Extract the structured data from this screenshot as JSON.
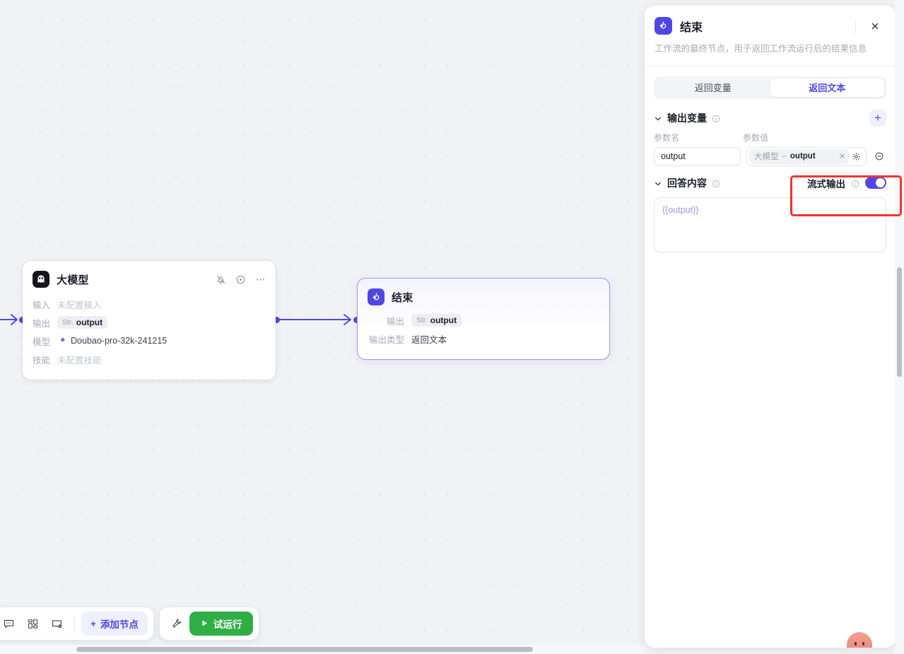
{
  "canvas": {
    "nodes": [
      {
        "id": "llm",
        "icon": "llm-avatar-icon",
        "title": "大模型",
        "rows": [
          {
            "key": "输入",
            "value": "未配置输入",
            "muted": true
          },
          {
            "key": "输出",
            "value": "output",
            "type_tag": "Str.",
            "is_pill": true
          },
          {
            "key": "模型",
            "value": "Doubao-pro-32k-241215",
            "has_model_icon": true
          },
          {
            "key": "技能",
            "value": "未配置技能",
            "muted": true
          }
        ],
        "actions": [
          "bell-off-icon",
          "play-circle-icon",
          "more-icon"
        ]
      },
      {
        "id": "end",
        "icon": "end-node-icon",
        "title": "结束",
        "rows": [
          {
            "key": "输出",
            "value": "output",
            "type_tag": "Str.",
            "is_pill": true
          },
          {
            "key": "输出类型",
            "value": "返回文本"
          }
        ]
      }
    ]
  },
  "toolbar": {
    "icons": [
      "comment-icon",
      "layout-icon",
      "note-icon"
    ],
    "add_node_label": "添加节点",
    "add_node_plus": "+",
    "wrench_icon": "wrench-icon",
    "run_label": "试运行",
    "run_play_icon": "play-icon"
  },
  "panel": {
    "title": "结束",
    "icon": "end-node-icon",
    "close_icon": "close-icon",
    "description": "工作流的最终节点，用于返回工作流运行后的结果信息",
    "tabs": [
      {
        "label": "返回变量",
        "active": false
      },
      {
        "label": "返回文本",
        "active": true
      }
    ],
    "output_section": {
      "title": "输出变量",
      "info_icon": "info-icon",
      "chevron_icon": "chevron-down-icon",
      "add_icon": "plus-icon",
      "col_name": "参数名",
      "col_value": "参数值",
      "rows": [
        {
          "name": "output",
          "value_node": "大模型",
          "value_dash": "–",
          "value_field": "output",
          "clear_icon": "close-small-icon",
          "gear_icon": "gear-icon",
          "remove_icon": "minus-circle-icon"
        }
      ]
    },
    "answer_section": {
      "title": "回答内容",
      "info_icon": "info-icon",
      "chevron_icon": "chevron-down-icon",
      "stream_label": "流式输出",
      "stream_info_icon": "info-icon",
      "stream_enabled": true,
      "textarea_value": "{{output}}"
    }
  },
  "colors": {
    "accent": "#4F46E5",
    "accent_soft": "#eef0fe",
    "run_green": "#2fae46",
    "highlight_red": "#f0352d",
    "canvas_bg": "#f1f2f5",
    "muted_text": "#a7abb8"
  }
}
